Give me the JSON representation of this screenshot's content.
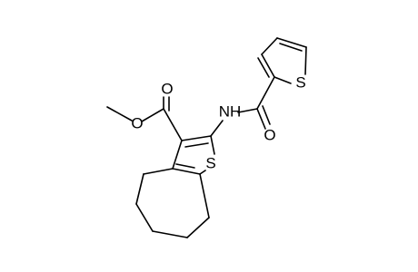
{
  "molecule": {
    "atoms": {
      "o_carbonyl": "O",
      "o_ether": "O",
      "nh": "NH",
      "s_core": "S",
      "s_thiophene": "S",
      "o_amide": "O"
    }
  }
}
